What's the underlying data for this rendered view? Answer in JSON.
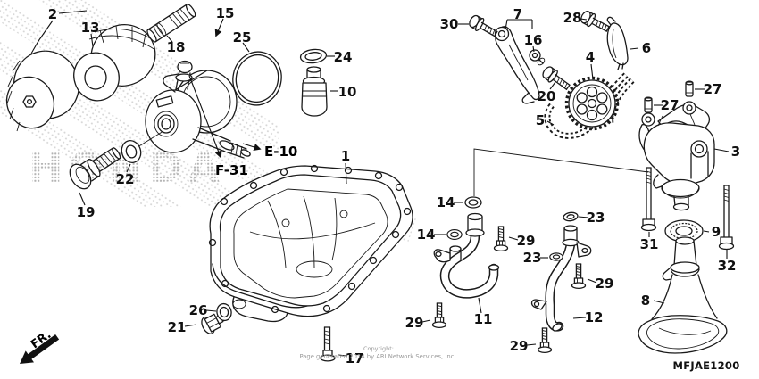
{
  "diagram": {
    "code": "MFJAE1200",
    "brand_watermark": "HONDA",
    "direction_label": "FR.",
    "cross_references": {
      "e10": "E-10",
      "f31": "F-31"
    },
    "copyright": {
      "line1": "Copyright:",
      "line2": "Page generated 2014 by ARI Network Services, Inc."
    },
    "callouts": {
      "n1": "1",
      "n2": "2",
      "n3": "3",
      "n4": "4",
      "n5": "5",
      "n6": "6",
      "n7": "7",
      "n8": "8",
      "n9": "9",
      "n10": "10",
      "n11": "11",
      "n12": "12",
      "n13": "13",
      "n14": "14",
      "n15": "15",
      "n16": "16",
      "n17": "17",
      "n18": "18",
      "n19": "19",
      "n20": "20",
      "n21": "21",
      "n22": "22",
      "n23": "23",
      "n24": "24",
      "n25": "25",
      "n26": "26",
      "n27": "27",
      "n28": "28",
      "n29": "29",
      "n30": "30",
      "n31": "31",
      "n32": "32"
    }
  },
  "colors": {
    "ink": "#1a1a1a",
    "background": "#ffffff",
    "watermark_dots": "#ababab",
    "copyright_text": "#9a9a9a"
  }
}
